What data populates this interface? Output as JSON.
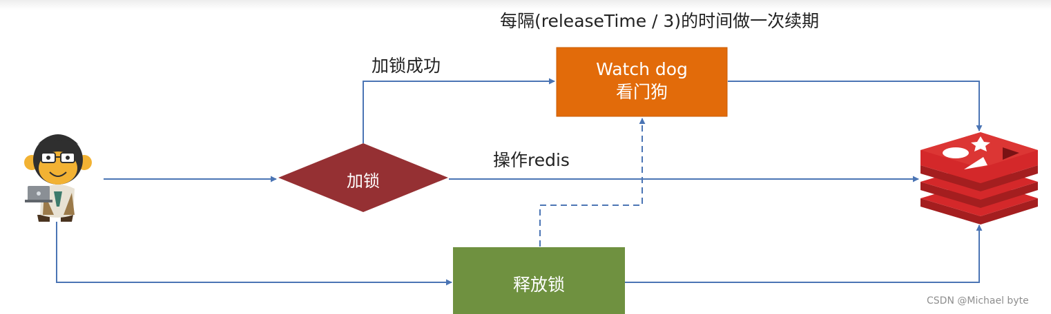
{
  "title": "每隔(releaseTime / 3)的时间做一次续期",
  "edges": {
    "lock_success": "加锁成功",
    "operate_redis": "操作redis"
  },
  "nodes": {
    "watchdog": {
      "line1": "Watch dog",
      "line2": "看门狗"
    },
    "lock": "加锁",
    "release": "释放锁"
  },
  "icons": {
    "user": "monkey-programmer-with-laptop",
    "store": "redis-logo"
  },
  "watermark": "CSDN @Michael byte",
  "colors": {
    "arrow": "#4a74b4",
    "watchdog": "#e26b0a",
    "lock": "#953033",
    "release": "#6f9140",
    "redis": "#d4282a"
  }
}
